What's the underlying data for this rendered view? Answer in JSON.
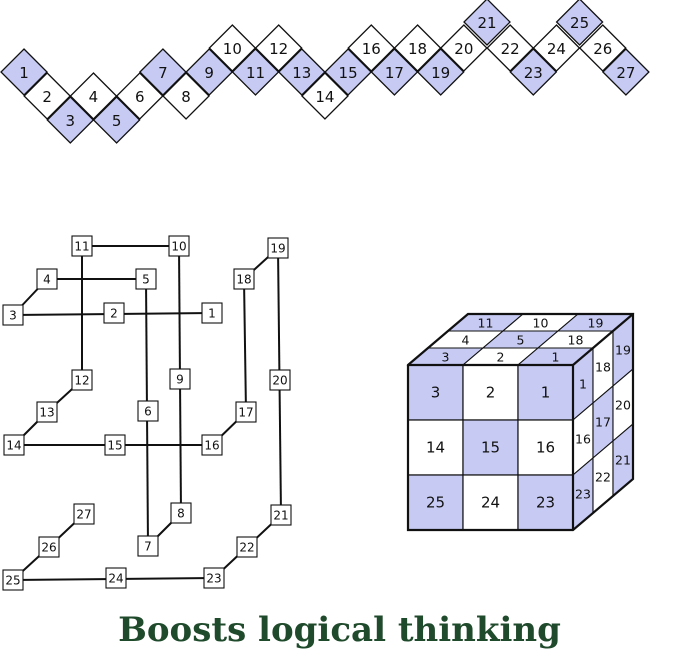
{
  "colors": {
    "accent_fill": "#c7cbf4",
    "line": "#111111",
    "caption": "#1f4a2b",
    "background": "#ffffff"
  },
  "strip": {
    "cells": [
      {
        "label": "1",
        "shaded": true
      },
      {
        "label": "2",
        "shaded": false
      },
      {
        "label": "3",
        "shaded": true
      },
      {
        "label": "4",
        "shaded": false
      },
      {
        "label": "5",
        "shaded": true
      },
      {
        "label": "6",
        "shaded": false
      },
      {
        "label": "7",
        "shaded": true
      },
      {
        "label": "8",
        "shaded": false
      },
      {
        "label": "9",
        "shaded": true
      },
      {
        "label": "10",
        "shaded": false
      },
      {
        "label": "11",
        "shaded": true
      },
      {
        "label": "12",
        "shaded": false
      },
      {
        "label": "13",
        "shaded": true
      },
      {
        "label": "14",
        "shaded": false
      },
      {
        "label": "15",
        "shaded": true
      },
      {
        "label": "16",
        "shaded": false
      },
      {
        "label": "17",
        "shaded": true
      },
      {
        "label": "18",
        "shaded": false
      },
      {
        "label": "19",
        "shaded": true
      },
      {
        "label": "20",
        "shaded": false
      },
      {
        "label": "21",
        "shaded": true
      },
      {
        "label": "22",
        "shaded": false
      },
      {
        "label": "23",
        "shaded": true
      },
      {
        "label": "24",
        "shaded": false
      },
      {
        "label": "25",
        "shaded": true
      },
      {
        "label": "26",
        "shaded": false
      },
      {
        "label": "27",
        "shaded": true
      }
    ]
  },
  "lattice": {
    "nodes": [
      "1",
      "2",
      "3",
      "4",
      "5",
      "6",
      "7",
      "8",
      "9",
      "10",
      "11",
      "12",
      "13",
      "14",
      "15",
      "16",
      "17",
      "18",
      "19",
      "20",
      "21",
      "22",
      "23",
      "24",
      "25",
      "26",
      "27"
    ]
  },
  "cube": {
    "front": [
      {
        "label": "3",
        "shaded": true
      },
      {
        "label": "2",
        "shaded": false
      },
      {
        "label": "1",
        "shaded": true
      },
      {
        "label": "14",
        "shaded": false
      },
      {
        "label": "15",
        "shaded": true
      },
      {
        "label": "16",
        "shaded": false
      },
      {
        "label": "25",
        "shaded": true
      },
      {
        "label": "24",
        "shaded": false
      },
      {
        "label": "23",
        "shaded": true
      }
    ],
    "top": [
      {
        "label": "11",
        "shaded": true
      },
      {
        "label": "10",
        "shaded": false
      },
      {
        "label": "19",
        "shaded": true
      },
      {
        "label": "4",
        "shaded": false
      },
      {
        "label": "5",
        "shaded": true
      },
      {
        "label": "18",
        "shaded": false
      },
      {
        "label": "3",
        "shaded": true
      },
      {
        "label": "2",
        "shaded": false
      },
      {
        "label": "1",
        "shaded": true
      }
    ],
    "side": [
      {
        "label": "1",
        "shaded": true
      },
      {
        "label": "18",
        "shaded": false
      },
      {
        "label": "19",
        "shaded": true
      },
      {
        "label": "16",
        "shaded": false
      },
      {
        "label": "17",
        "shaded": true
      },
      {
        "label": "20",
        "shaded": false
      },
      {
        "label": "23",
        "shaded": true
      },
      {
        "label": "22",
        "shaded": false
      },
      {
        "label": "21",
        "shaded": true
      }
    ]
  },
  "caption": "Boosts logical thinking"
}
